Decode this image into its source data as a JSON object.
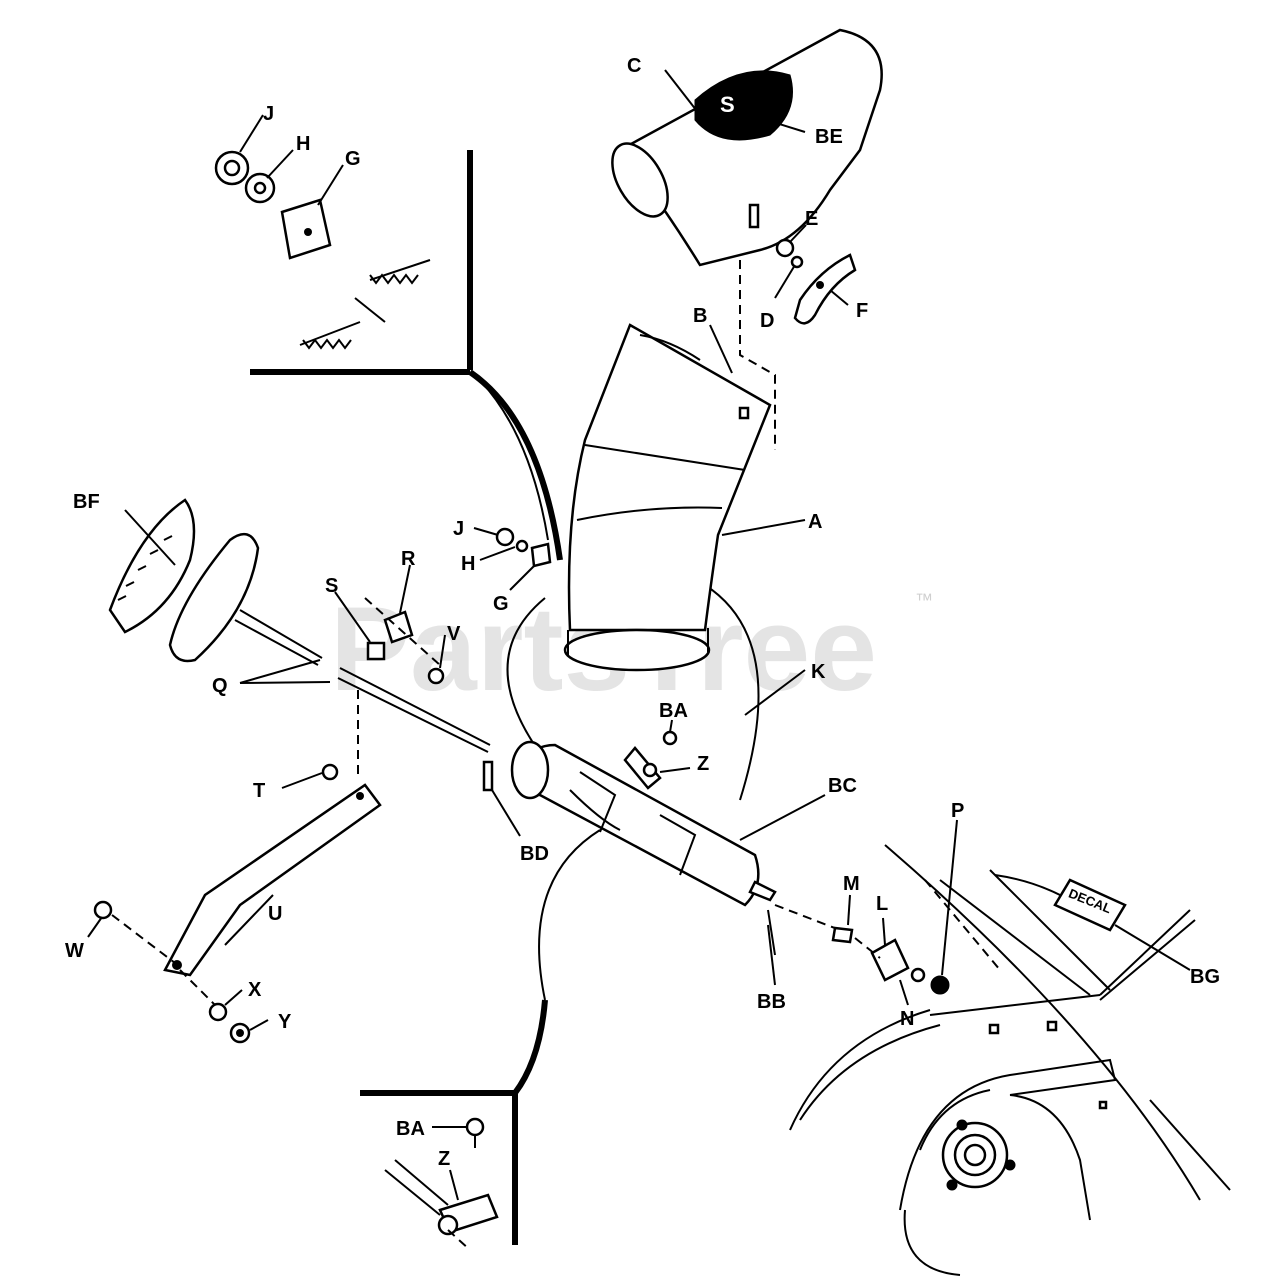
{
  "watermark": {
    "text": "PartsTree",
    "trademark": "™"
  },
  "decal_text": "DECAL",
  "callouts": {
    "A": "A",
    "B": "B",
    "C": "C",
    "D": "D",
    "E": "E",
    "F": "F",
    "G1": "G",
    "G2": "G",
    "H1": "H",
    "H2": "H",
    "J1": "J",
    "J2": "J",
    "K": "K",
    "L": "L",
    "M": "M",
    "N": "N",
    "P": "P",
    "Q": "Q",
    "R": "R",
    "S": "S",
    "T": "T",
    "U": "U",
    "V": "V",
    "W": "W",
    "X": "X",
    "Y": "Y",
    "Z1": "Z",
    "Z2": "Z",
    "BA1": "BA",
    "BA2": "BA",
    "BB": "BB",
    "BC": "BC",
    "BD": "BD",
    "BE": "BE",
    "BF": "BF",
    "BG": "BG"
  }
}
